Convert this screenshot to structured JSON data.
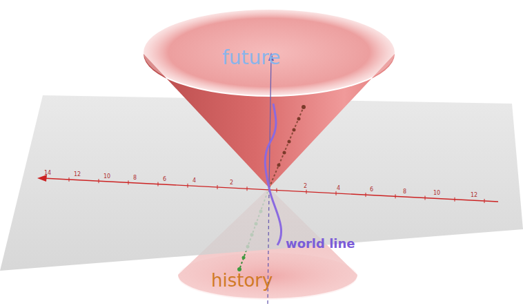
{
  "diagram": {
    "labels": [
      "future",
      "history",
      "world line",
      "14",
      "12",
      "10",
      "8",
      "6",
      "4",
      "2",
      "2",
      "4",
      "6",
      "8",
      "10",
      "12"
    ]
  }
}
